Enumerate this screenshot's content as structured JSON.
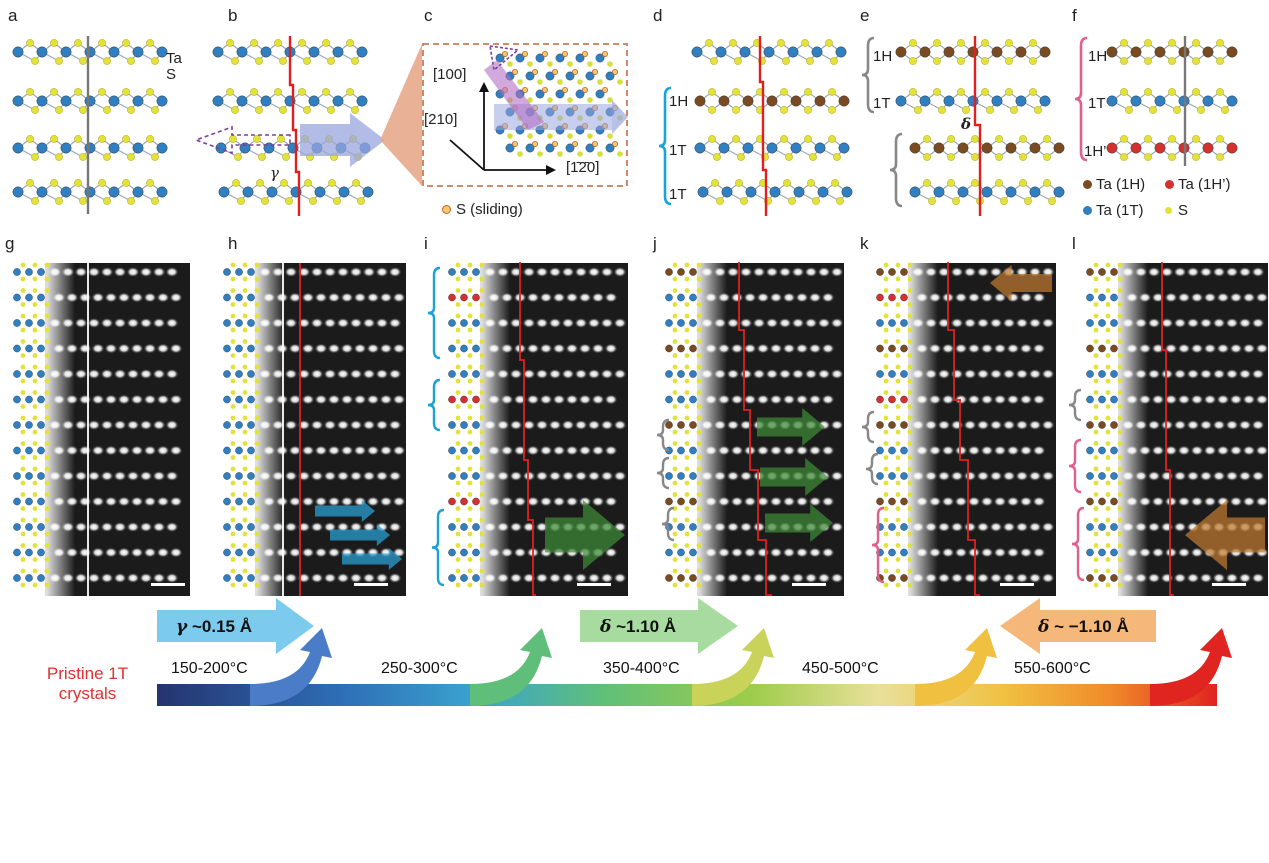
{
  "panels": {
    "top_letters": [
      "a",
      "b",
      "c",
      "d",
      "e",
      "f"
    ],
    "bottom_letters": [
      "g",
      "h",
      "i",
      "j",
      "k",
      "l"
    ]
  },
  "panel_a": {
    "atom1": "Ta",
    "atom2": "S"
  },
  "panel_b": {
    "shift_symbol": "γ"
  },
  "panel_c": {
    "axis_up": "[100]",
    "axis_diag": "[210]",
    "axis_right": "[1̄2̄0]",
    "legend": "S (sliding)"
  },
  "panel_d": {
    "layers": [
      "1H",
      "1T",
      "1T"
    ]
  },
  "panel_e": {
    "layers": [
      "1H",
      "1T"
    ],
    "shift_symbol": "δ"
  },
  "panel_f": {
    "layers": [
      "1H",
      "1T",
      "1H’"
    ],
    "legend": [
      "Ta (1H)",
      "Ta (1H’)",
      "Ta (1T)",
      "S"
    ]
  },
  "colors": {
    "ta_1t": "#2f7fc1",
    "ta_1h": "#7a4a20",
    "ta_1h_prime": "#d43030",
    "sulfur": "#e2e23a",
    "red_line": "#e02020",
    "gray_line": "#777777",
    "brace_cyan": "#1aa3d8",
    "brace_gray": "#888888",
    "brace_pink": "#e0608a"
  },
  "process": {
    "start_label": [
      "Pristine 1T",
      "crystals"
    ],
    "temperatures": [
      "150-200°C",
      "250-300°C",
      "350-400°C",
      "450-500°C",
      "550-600°C"
    ],
    "shift_arrows": [
      {
        "symbol": "γ",
        "value": " ~0.15 Å",
        "color": "#7ccbef"
      },
      {
        "symbol": "δ",
        "value": " ~1.10 Å",
        "color": "#a8dba0"
      },
      {
        "symbol": "δ",
        "value": " ~ −1.10 Å",
        "color": "#f6b77a"
      }
    ]
  }
}
